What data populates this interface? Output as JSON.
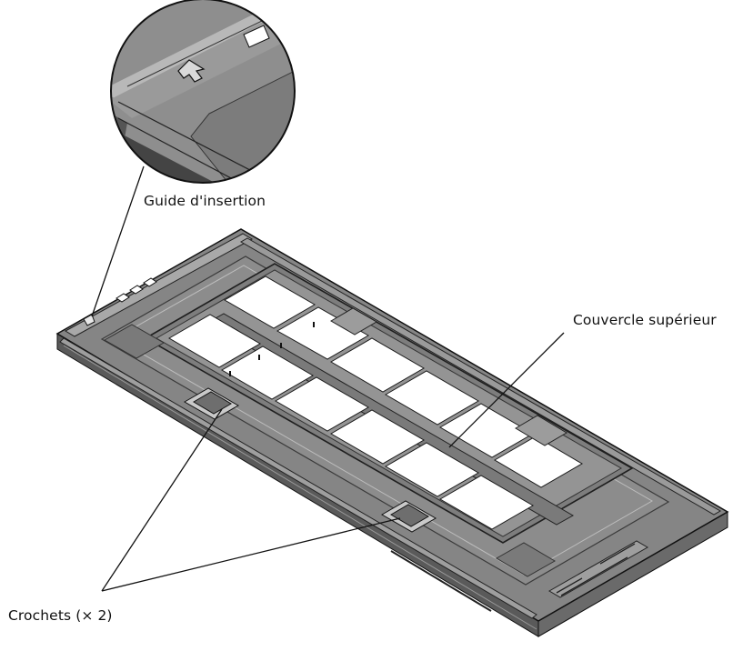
{
  "labels": {
    "insertion_guide": "Guide d'insertion",
    "top_cover": "Couvercle supérieur",
    "hooks": "Crochets (× 2)"
  },
  "colors": {
    "holder_body": "#858585",
    "holder_dark": "#4d4d4d",
    "holder_light": "#b3b3b3",
    "film_frame": "#ffffff",
    "line": "#111111",
    "background": "#ffffff"
  }
}
